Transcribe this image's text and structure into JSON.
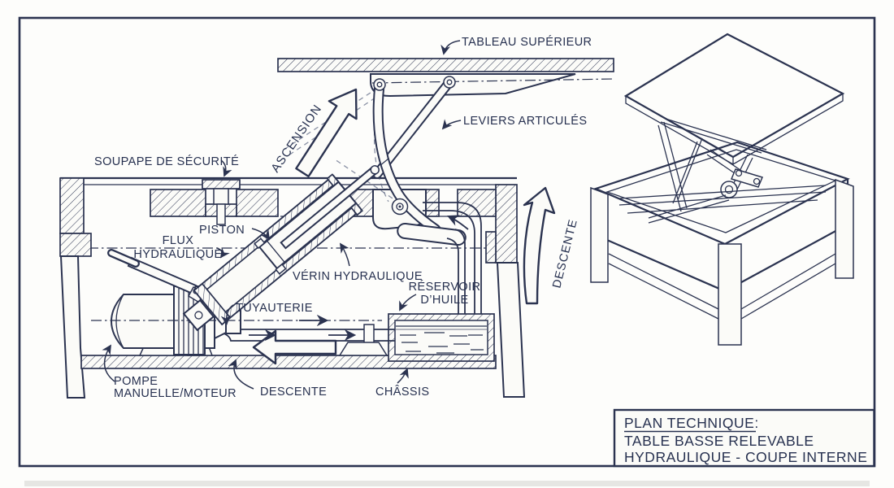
{
  "colors": {
    "ink": "#2b3350",
    "paper": "#fbfbf8"
  },
  "annotations": {
    "tableau_superieur": "TABLEAU SUPÉRIEUR",
    "leviers_articules": "LEVIERS ARTICULÉS",
    "ascension": "ASCENSION",
    "soupape_securite": "SOUPAPE DE SÉCURITÉ",
    "piston": "PISTON",
    "flux_line1": "FLUX",
    "flux_line2": "HYDRAULIQUE",
    "verin_hydraulique": "VÉRIN HYDRAULIQUE",
    "tuyauterie": "TUYAUTERIE",
    "reservoir_line1": "RÉSERVOIR",
    "reservoir_line2": "D’HUILE",
    "pompe_line1": "POMPE",
    "pompe_line2": "MANUELLE/MOTEUR",
    "descente_flow": "DESCENTE",
    "chassis": "CHÂSSIS",
    "descente_arrow": "DESCENTE"
  },
  "title_block": {
    "line1": "PLAN TECHNIQUE:",
    "line2": "TABLE BASSE RELEVABLE",
    "line3": "HYDRAULIQUE - COUPE INTERNE"
  }
}
